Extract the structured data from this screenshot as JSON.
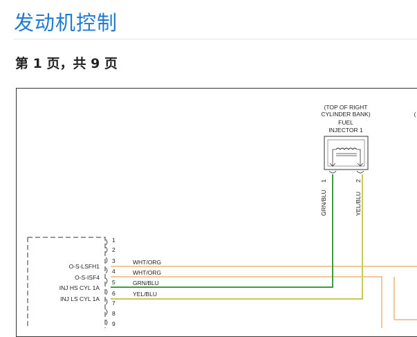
{
  "header": {
    "title": "发动机控制",
    "page_indicator": "第 1 页，共 9 页"
  },
  "diagram": {
    "injector": {
      "location_line1": "(TOP OF RIGHT",
      "location_line2": "CYLINDER BANK)",
      "name_line1": "FUEL",
      "name_line2": "INJECTOR 1",
      "pin1": "1",
      "pin2": "2"
    },
    "partial_label": "(",
    "wire_labels": {
      "vertical_left": "GRN/BLU",
      "vertical_right": "YEL/BLU"
    },
    "module": {
      "pins": [
        {
          "num": "1",
          "signal": "",
          "wire": ""
        },
        {
          "num": "2",
          "signal": "",
          "wire": ""
        },
        {
          "num": "3",
          "signal": "O-S-LSFH1",
          "wire": "WHT/ORG"
        },
        {
          "num": "4",
          "signal": "O-S-ISF4",
          "wire": "WHT/ORG"
        },
        {
          "num": "5",
          "signal": "INJ HS CYL 1A",
          "wire": "GRN/BLU"
        },
        {
          "num": "6",
          "signal": "INJ LS CYL 1A",
          "wire": "YEL/BLU"
        },
        {
          "num": "7",
          "signal": "",
          "wire": ""
        },
        {
          "num": "8",
          "signal": "",
          "wire": ""
        },
        {
          "num": "9",
          "signal": "",
          "wire": ""
        }
      ]
    },
    "colors": {
      "wht_org": "#f2c79a",
      "grn_blu": "#3f9a3f",
      "yel_blu": "#c9c95a",
      "accent_title": "#1f7ad6"
    }
  }
}
